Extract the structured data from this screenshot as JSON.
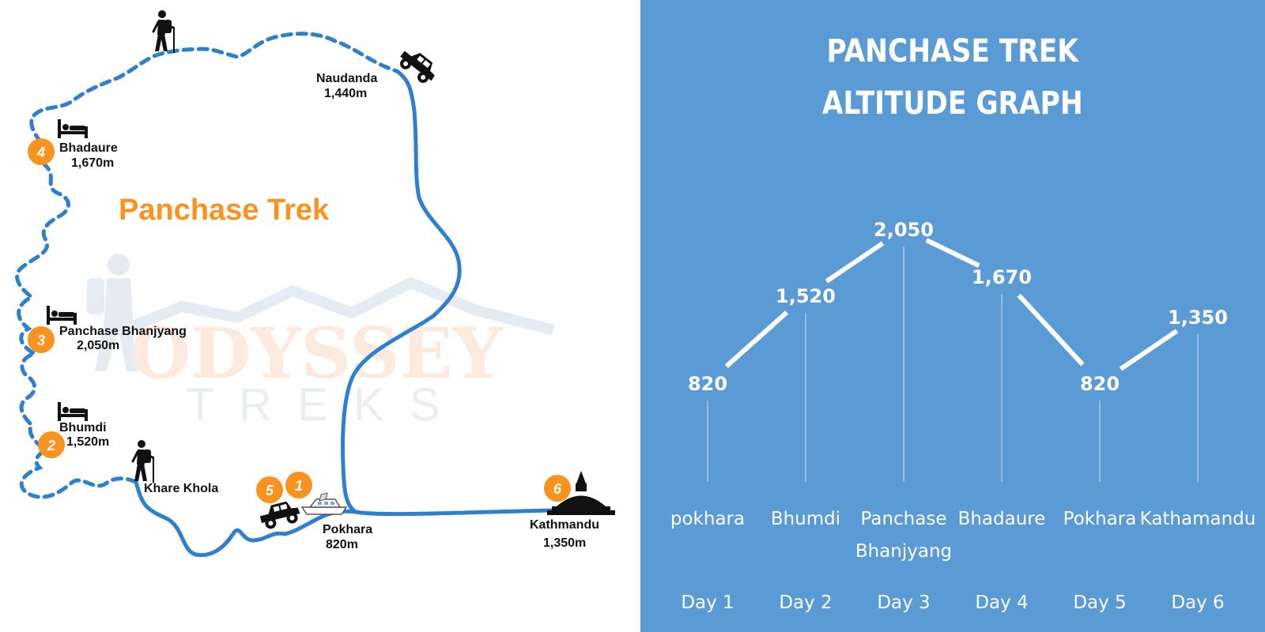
{
  "colors": {
    "route_drive": "#2f7fd0",
    "route_trek": "#2f7fd0",
    "marker": "#f7931e",
    "map_title": "#f7931e",
    "graph_bg": "#5b9bd5",
    "graph_text": "#ffffff"
  },
  "map": {
    "title": "Panchase Trek",
    "watermark": {
      "brand": "ODYSSEY",
      "tagline": "T R E K S"
    },
    "stops": [
      {
        "name": "Pokhara",
        "altitude": "820m",
        "markers": [
          "5",
          "1"
        ],
        "icons": [
          "jeep-icon",
          "boat-icon"
        ]
      },
      {
        "name": "Khare Khola",
        "altitude": "",
        "markers": [],
        "icons": [
          "hiker-icon"
        ]
      },
      {
        "name": "Bhumdi",
        "altitude": "1,520m",
        "markers": [
          "2"
        ],
        "icons": [
          "bed-icon"
        ]
      },
      {
        "name": "Panchase Bhanjyang",
        "altitude": "2,050m",
        "markers": [
          "3"
        ],
        "icons": [
          "bed-icon"
        ]
      },
      {
        "name": "Bhadaure",
        "altitude": "1,670m",
        "markers": [
          "4"
        ],
        "icons": [
          "bed-icon"
        ]
      },
      {
        "name": "Naudanda",
        "altitude": "1,440m",
        "markers": [],
        "icons": [
          "jeep-icon"
        ]
      },
      {
        "name": "Kathmandu",
        "altitude": "1,350m",
        "markers": [
          "6"
        ],
        "icons": [
          "stupa-icon"
        ]
      }
    ],
    "extra_icons": [
      "hiker-icon"
    ]
  },
  "graph": {
    "title_line1": "PANCHASE TREK",
    "title_line2": "ALTITUDE GRAPH"
  },
  "chart_data": {
    "type": "line",
    "title": "PANCHASE TREK ALTITUDE GRAPH",
    "categories": [
      {
        "place": [
          "pokhara"
        ],
        "day": "Day 1"
      },
      {
        "place": [
          "Bhumdi"
        ],
        "day": "Day 2"
      },
      {
        "place": [
          "Panchase",
          "Bhanjyang"
        ],
        "day": "Day 3"
      },
      {
        "place": [
          "Bhadaure"
        ],
        "day": "Day 4"
      },
      {
        "place": [
          "Pokhara"
        ],
        "day": "Day 5"
      },
      {
        "place": [
          "Kathamandu"
        ],
        "day": "Day 6"
      }
    ],
    "values": [
      820,
      1520,
      2050,
      1670,
      820,
      1350
    ],
    "value_labels": [
      "820",
      "1,520",
      "2,050",
      "1,670",
      "820",
      "1,350"
    ],
    "ylim": [
      0,
      2050
    ],
    "grid": false
  }
}
